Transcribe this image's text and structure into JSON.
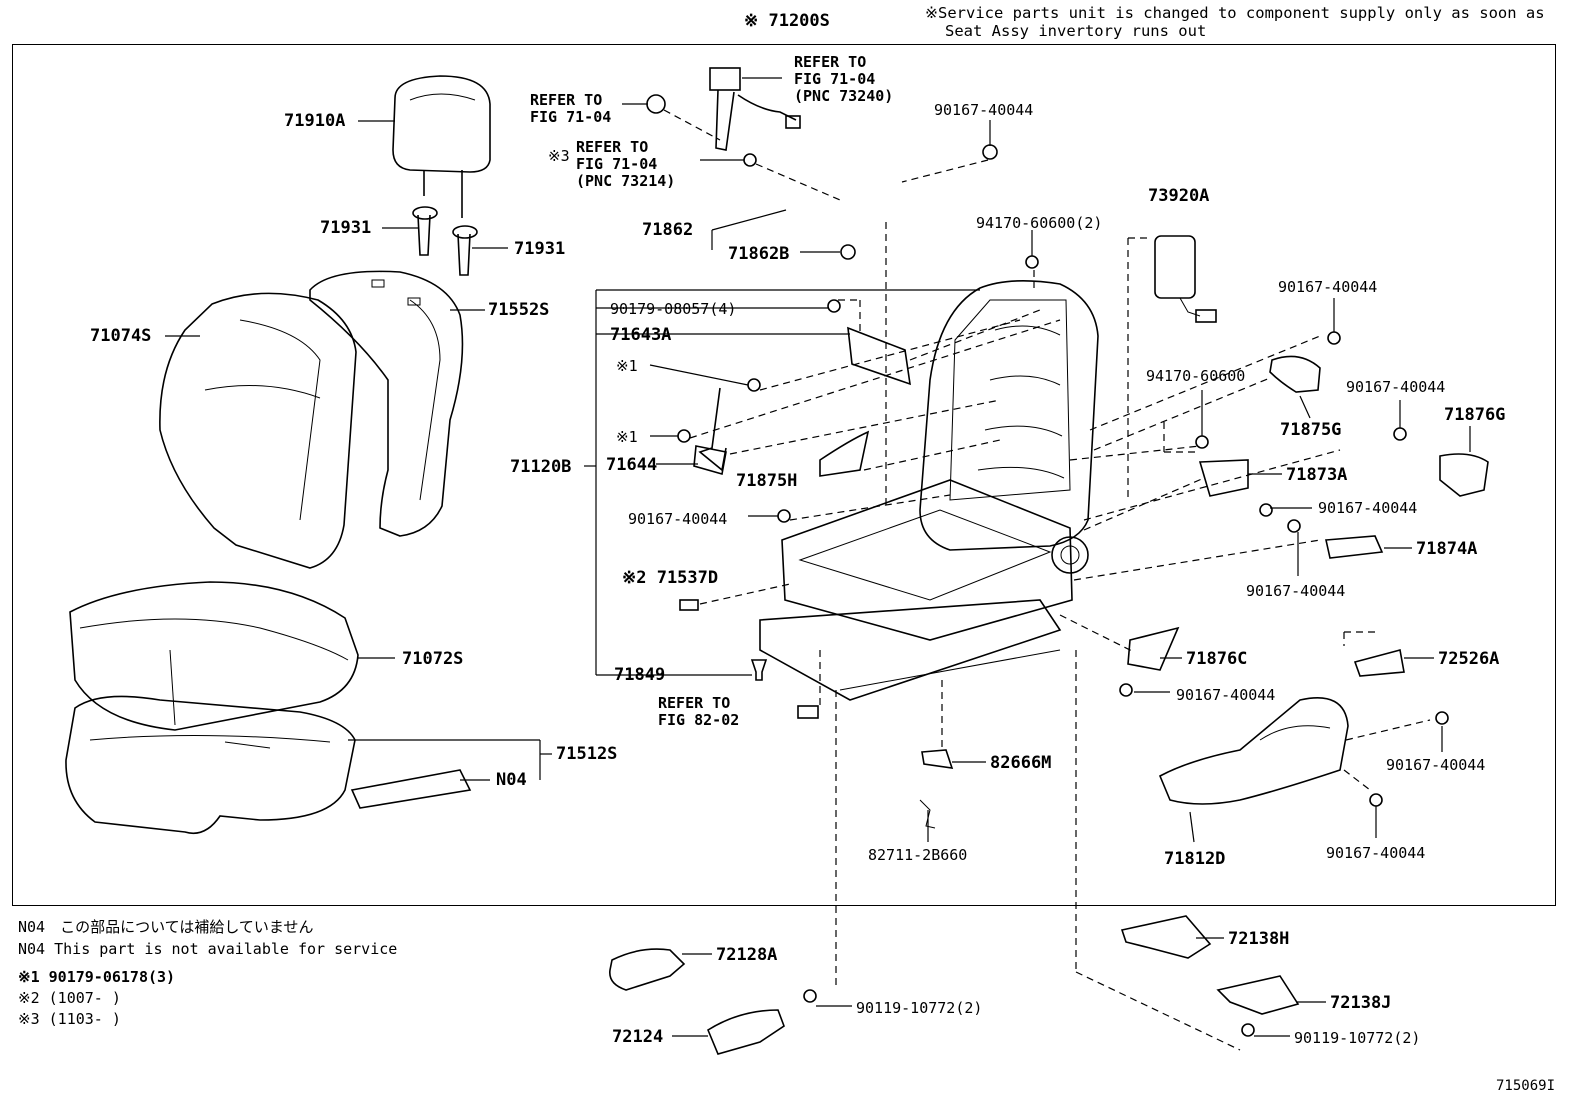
{
  "service_note": {
    "line1": "※Service parts unit is changed to component supply only as soon as",
    "line2": "Seat Assy invertory runs out"
  },
  "figure_id": "715069I",
  "labels": {
    "p71200S": "※ 71200S",
    "p71910A": "71910A",
    "p71931a": "71931",
    "p71931b": "71931",
    "p71074S": "71074S",
    "p71552S": "71552S",
    "p71072S": "71072S",
    "p71512S": "71512S",
    "pN04": "N04",
    "p71862": "71862",
    "p71862B": "71862B",
    "p90167_top": "90167-40044",
    "p94170_2": "94170-60600(2)",
    "p73920A": "73920A",
    "p90179_08057": "90179-08057(4)",
    "p71643A": "71643A",
    "p_x1a": "※1",
    "p_x1b": "※1",
    "p71120B": "71120B",
    "p71644": "71644",
    "p71875H": "71875H",
    "p90167_left": "90167-40044",
    "p71537D": "※2 71537D",
    "p71849": "71849",
    "p90167_r1": "90167-40044",
    "p94170_single": "94170-60600",
    "p71875G": "71875G",
    "p90167_r2": "90167-40044",
    "p71876G": "71876G",
    "p71873A": "71873A",
    "p90167_r3": "90167-40044",
    "p71874A": "71874A",
    "p90167_r4": "90167-40044",
    "p71876C": "71876C",
    "p90167_r5": "90167-40044",
    "p72526A": "72526A",
    "p90167_r6": "90167-40044",
    "p82666M": "82666M",
    "p82711": "82711-2B660",
    "p71812D": "71812D",
    "p90167_r7": "90167-40044",
    "p72128A": "72128A",
    "p72124": "72124",
    "p90119_a": "90119-10772(2)",
    "p72138H": "72138H",
    "p72138J": "72138J",
    "p90119_b": "90119-10772(2)"
  },
  "refs": {
    "ref_71_04_a": [
      "REFER TO",
      "FIG 71-04"
    ],
    "ref_71_04_pnc73240": [
      "REFER TO",
      "FIG 71-04",
      "(PNC 73240)"
    ],
    "ref_71_04_pnc73214": [
      "REFER TO",
      "FIG 71-04",
      "(PNC 73214)"
    ],
    "ref_x3": "※3",
    "ref_82_02": [
      "REFER TO",
      "FIG 82-02"
    ]
  },
  "notes": {
    "n04_jp": "N04　この部品については補給していません",
    "n04_en": "N04  This part is not available for service",
    "x1": "※1 90179-06178(3)",
    "x2": "※2 (1007-     )",
    "x3": "※3 (1103-     )"
  }
}
